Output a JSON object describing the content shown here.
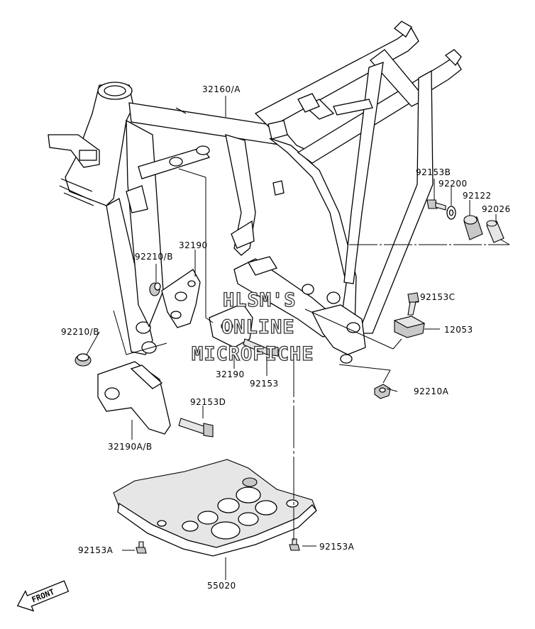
{
  "labels": {
    "l32160a": "32160/A",
    "l92153b": "92153B",
    "l92200": "92200",
    "l92122": "92122",
    "l92026": "92026",
    "l92210b_top": "92210/B",
    "l32190_top": "32190",
    "l92153c": "92153C",
    "l12053": "12053",
    "l92210b_left": "92210/B",
    "l32190_mid": "32190",
    "l92153": "92153",
    "l92210a": "92210A",
    "l92153d": "92153D",
    "l32190ab": "32190A/B",
    "l92153a_left": "92153A",
    "l92153a_right": "92153A",
    "l55020": "55020"
  },
  "watermark": {
    "line1": "HLSM'S",
    "line2": "ONLINE",
    "line3": "MICROFICHE"
  },
  "front_marker": "FRONT"
}
